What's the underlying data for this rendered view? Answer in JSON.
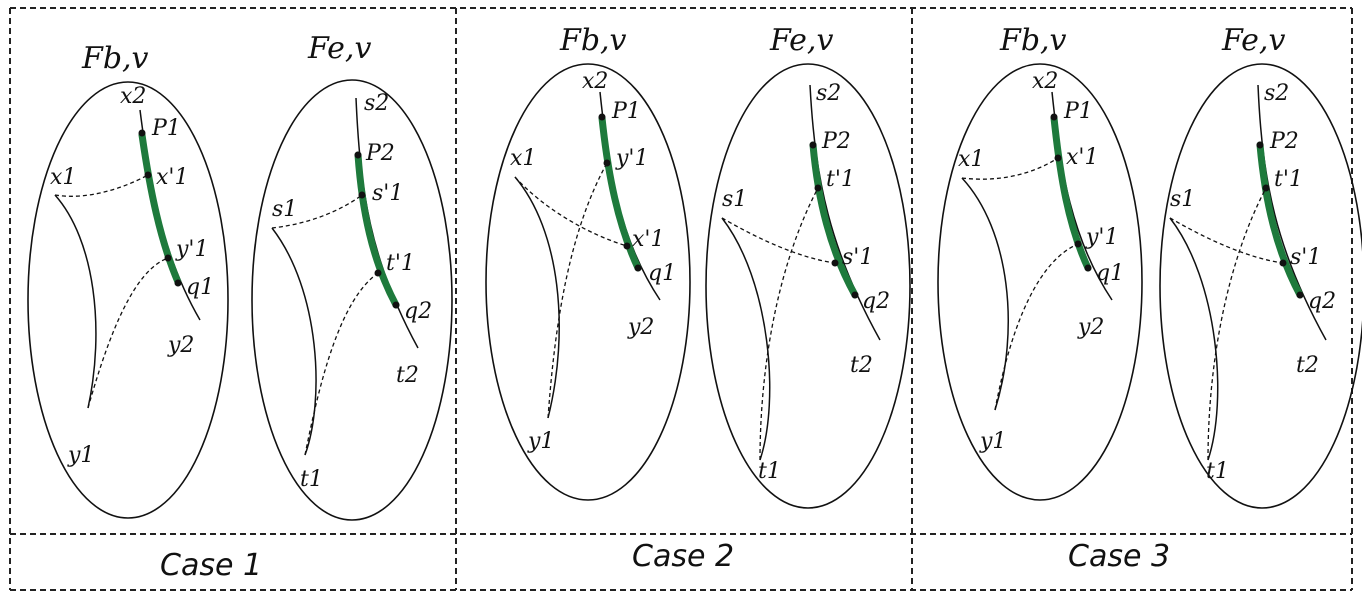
{
  "colors": {
    "highlight": "#1e7a3c",
    "ink": "#111111",
    "frame": "#222222"
  },
  "panels": [
    {
      "case_label": "Case 1",
      "left_ellipse": {
        "title": "Fb,v",
        "labels": {
          "x2": "x2",
          "p1": "P1",
          "x1p": "x'1",
          "x1": "x1",
          "y1p": "y'1",
          "q1": "q1",
          "y2": "y2",
          "y1": "y1"
        }
      },
      "right_ellipse": {
        "title": "Fe,v",
        "labels": {
          "s2": "s2",
          "p2": "P2",
          "s1p": "s'1",
          "s1": "s1",
          "t1p": "t'1",
          "q2": "q2",
          "t2": "t2",
          "t1": "t1"
        }
      }
    },
    {
      "case_label": "Case 2",
      "left_ellipse": {
        "title": "Fb,v",
        "labels": {
          "x2": "x2",
          "p1": "P1",
          "y1p": "y'1",
          "x1": "x1",
          "x1p": "x'1",
          "q1": "q1",
          "y2": "y2",
          "y1": "y1"
        }
      },
      "right_ellipse": {
        "title": "Fe,v",
        "labels": {
          "s2": "s2",
          "p2": "P2",
          "t1p": "t'1",
          "s1": "s1",
          "s1p": "s'1",
          "q2": "q2",
          "t2": "t2",
          "t1": "t1"
        }
      }
    },
    {
      "case_label": "Case 3",
      "left_ellipse": {
        "title": "Fb,v",
        "labels": {
          "x2": "x2",
          "p1": "P1",
          "x1p": "x'1",
          "x1": "x1",
          "y1p": "y'1",
          "q1": "q1",
          "y2": "y2",
          "y1": "y1"
        }
      },
      "right_ellipse": {
        "title": "Fe,v",
        "labels": {
          "s2": "s2",
          "p2": "P2",
          "t1p": "t'1",
          "s1": "s1",
          "s1p": "s'1",
          "q2": "q2",
          "t2": "t2",
          "t1": "t1"
        }
      }
    }
  ]
}
